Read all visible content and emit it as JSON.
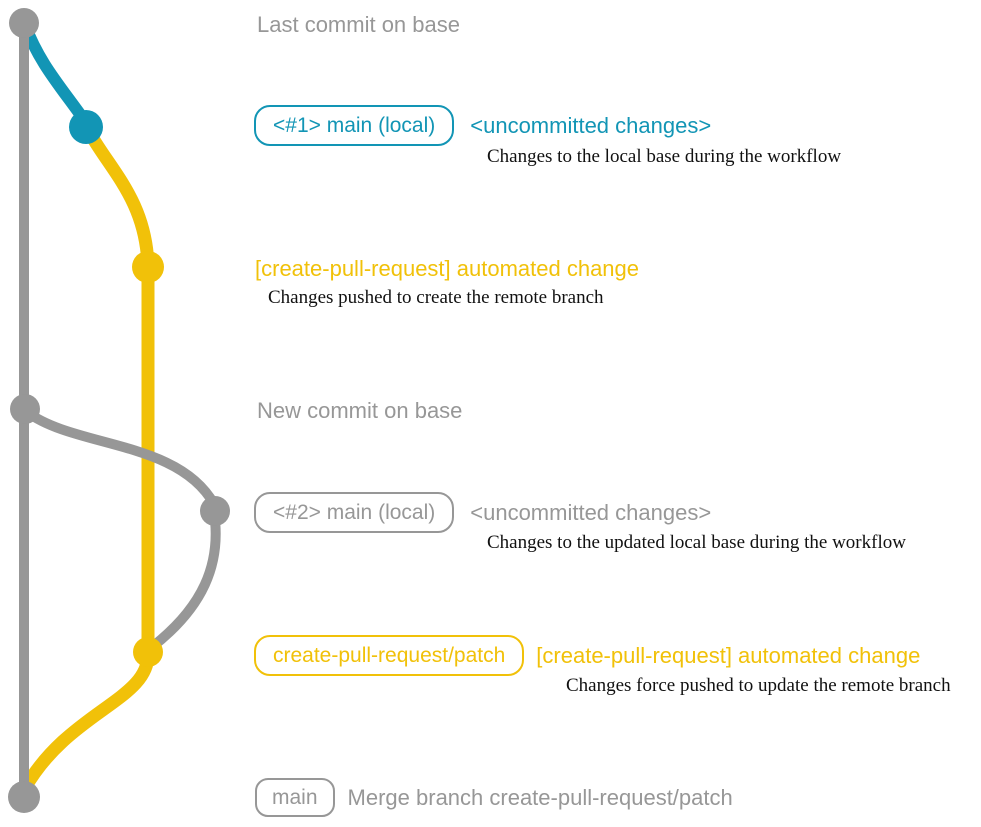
{
  "colors": {
    "gray": "#979797",
    "blue": "#1295b5",
    "yellow": "#f1c109",
    "description": "#111111"
  },
  "rows": {
    "last_commit": {
      "label": "Last commit on base"
    },
    "main_local_1": {
      "badge": "<#1> main (local)",
      "title": "<uncommitted changes>",
      "subtitle": "Changes to the local base during the workflow"
    },
    "automated_change_1": {
      "title": "[create-pull-request] automated change",
      "subtitle": "Changes pushed to create the remote branch"
    },
    "new_commit": {
      "label": "New commit on base"
    },
    "main_local_2": {
      "badge": "<#2> main (local)",
      "title": "<uncommitted changes>",
      "subtitle": "Changes to the updated local base during the workflow"
    },
    "automated_change_2": {
      "badge": "create-pull-request/patch",
      "title": "[create-pull-request] automated change",
      "subtitle": "Changes force pushed to update the remote branch"
    },
    "merge": {
      "badge": "main",
      "label": "Merge branch create-pull-request/patch"
    }
  }
}
